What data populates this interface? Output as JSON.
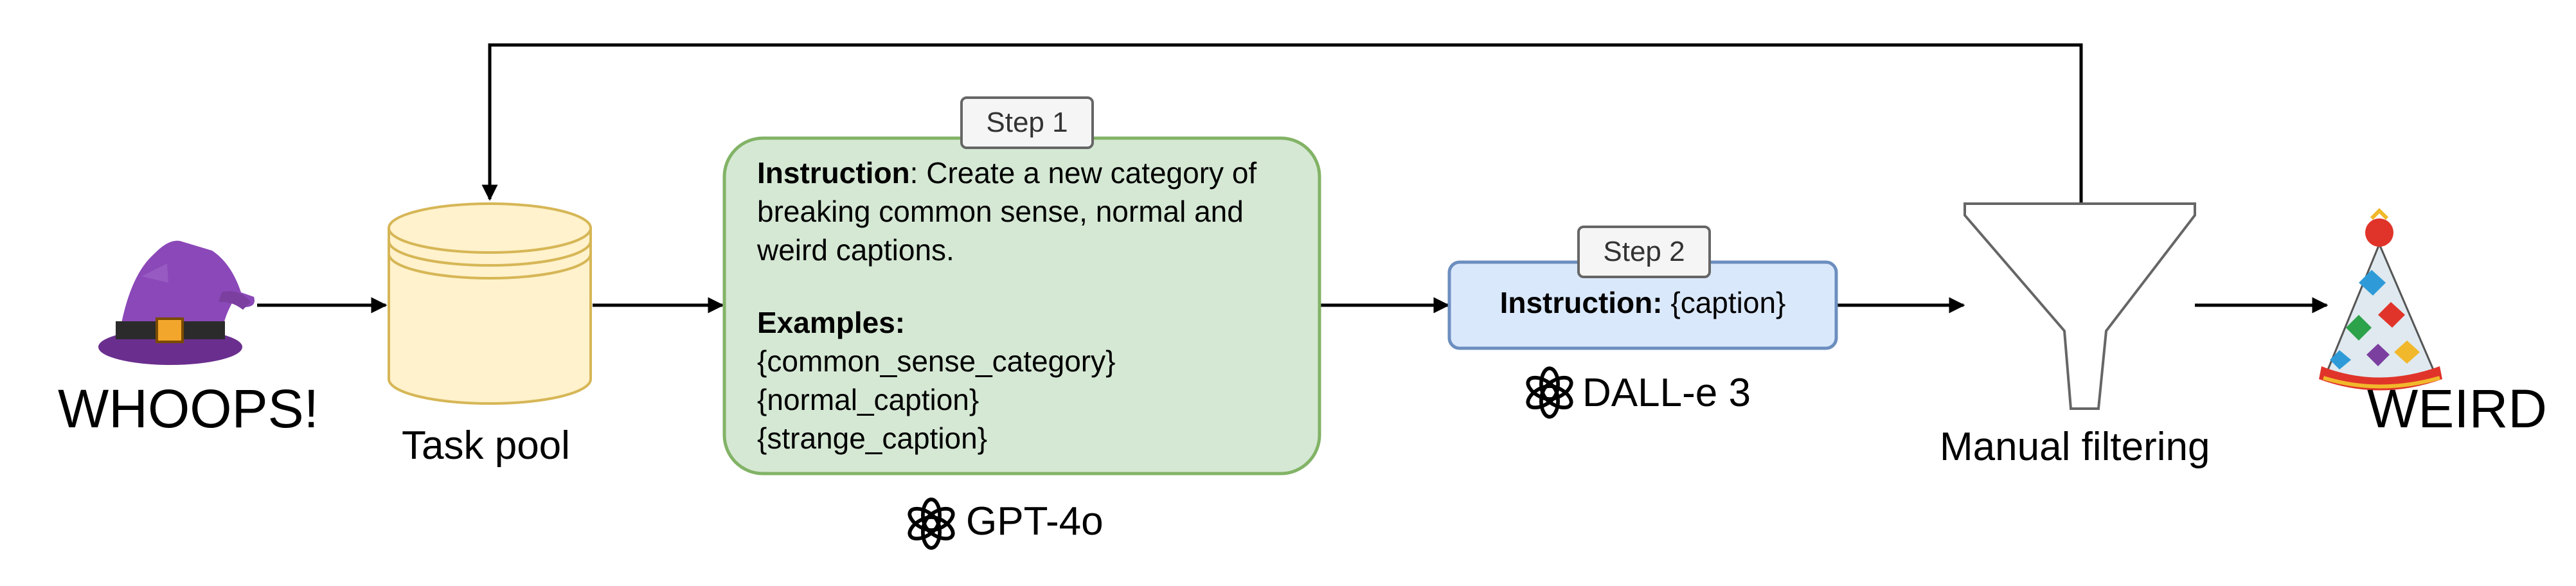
{
  "nodes": {
    "whoops": {
      "label": "WHOOPS!"
    },
    "task_pool": {
      "label": "Task pool"
    },
    "step1": {
      "tag": "Step 1",
      "instruction_bold": "Instruction",
      "instruction_text": ": Create a new category of breaking common sense, normal and weird captions.",
      "examples_bold": "Examples:",
      "examples": [
        "{common_sense_category}",
        "{normal_caption}",
        "{strange_caption}"
      ],
      "model": "GPT-4o"
    },
    "step2": {
      "tag": "Step 2",
      "instruction_bold": "Instruction:",
      "instruction_text": " {caption}",
      "model": "DALL-e 3"
    },
    "filter": {
      "label": "Manual filtering"
    },
    "weird": {
      "label": "WEIRD"
    }
  },
  "icons": [
    "witch-hat-icon",
    "database-icon",
    "openai-logo-icon",
    "funnel-icon",
    "party-hat-icon"
  ],
  "colors": {
    "step1_fill": "#d5e8d4",
    "step1_stroke": "#82b366",
    "step2_fill": "#dae8fc",
    "step2_stroke": "#6c8ebf",
    "db_fill": "#fff2cc",
    "db_stroke": "#d6b656",
    "hat_purple": "#7b3fa0"
  }
}
